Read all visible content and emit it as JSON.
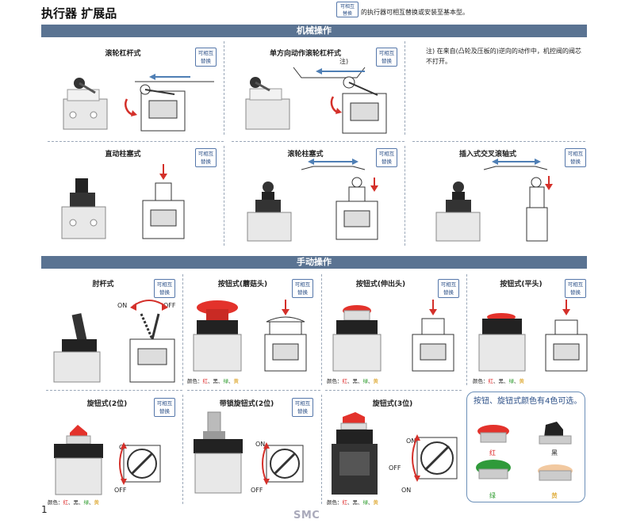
{
  "header": {
    "title": "执行器 扩展品",
    "badge": "可相互替换",
    "badge_line1": "可相互",
    "badge_line2": "替换",
    "note": "的执行器可相互替换或安装至基本型。"
  },
  "sections": {
    "mechanical": "机械操作",
    "manual": "手动操作"
  },
  "mechanical_panels": [
    {
      "title": "滚轮杠杆式"
    },
    {
      "title": "单方向动作滚轮杠杆式",
      "note_mark": "注)"
    },
    {
      "title": "直动柱塞式"
    },
    {
      "title": "滚轮柱塞式"
    },
    {
      "title": "插入式交叉滚轴式"
    }
  ],
  "mechanical_note": "注) 在来自(凸轮及压板的)逆向的动作中，机控阀的阀芯不打开。",
  "manual_panels": [
    {
      "title": "肘杆式",
      "on": "ON",
      "off": "OFF"
    },
    {
      "title": "按钮式(蘑菇头)"
    },
    {
      "title": "按钮式(伸出头)"
    },
    {
      "title": "按钮式(平头)"
    },
    {
      "title": "旋钮式(2位)",
      "on": "ON",
      "off": "OFF"
    },
    {
      "title": "带锁旋钮式(2位)",
      "on": "ON",
      "off": "OFF"
    },
    {
      "title": "旋钮式(3位)",
      "on": "ON",
      "off": "OFF"
    }
  ],
  "color_options": {
    "prefix": "颜色：",
    "red": "红",
    "black": "黑",
    "green": "绿",
    "yellow": "黄",
    "sep": "、"
  },
  "callout": {
    "text": "按钮、旋钮式颜色有4色可选。",
    "swatches": [
      "红",
      "黑",
      "绿",
      "黄"
    ]
  },
  "footer": {
    "page": "1",
    "logo": "SMC"
  },
  "colors": {
    "section_bar": "#5a7392",
    "badge_text": "#2b4f87",
    "button_red": "#e3322b",
    "button_green": "#2f9a3a",
    "button_yellow": "#f2c9a0",
    "arrow_blue": "#4f7fb5",
    "arrow_red": "#d4302a"
  }
}
